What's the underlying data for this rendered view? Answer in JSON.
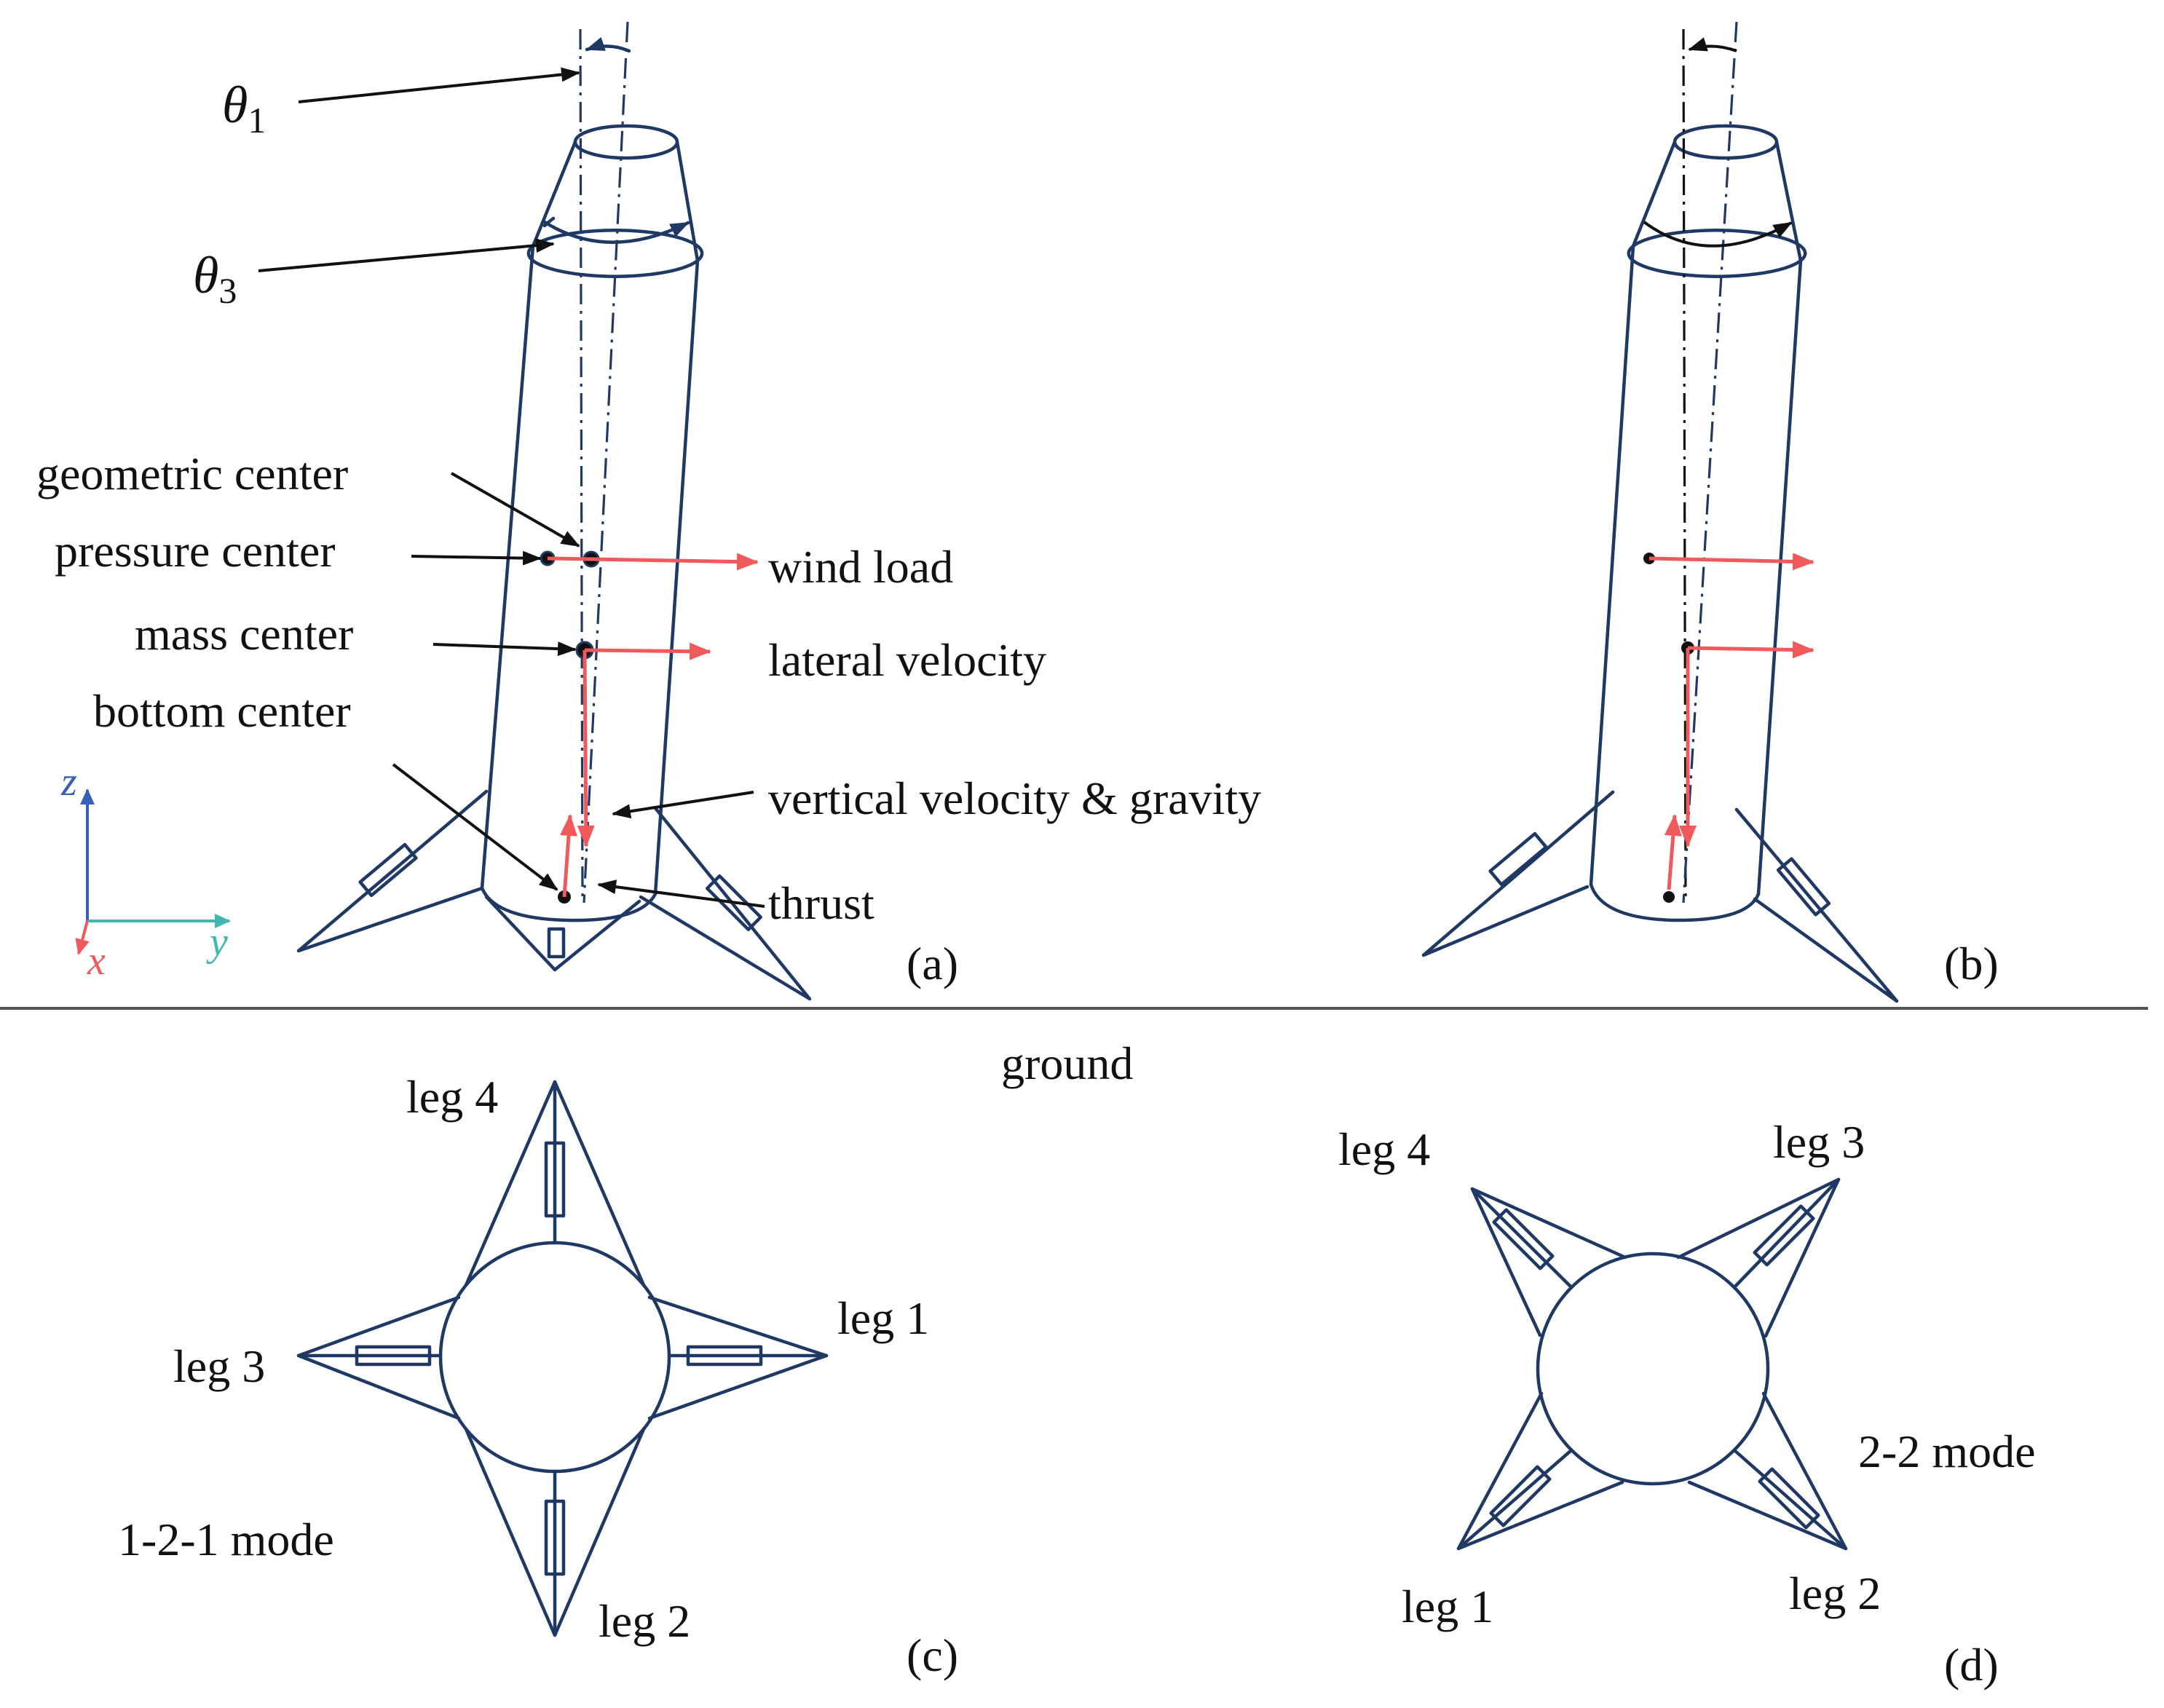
{
  "labels": {
    "theta1_symbol": "θ",
    "theta1_sub": "1",
    "theta3_symbol": "θ",
    "theta3_sub": "3",
    "geometric_center": "geometric center",
    "pressure_center": "pressure center",
    "mass_center": "mass center",
    "bottom_center": "bottom center",
    "wind_load": "wind load",
    "lateral_velocity": "lateral velocity",
    "vertical_velocity_gravity": "vertical velocity & gravity",
    "thrust": "thrust",
    "ground": "ground",
    "axis_z": "z",
    "axis_y": "y",
    "axis_x": "x"
  },
  "panels": {
    "a": "(a)",
    "b": "(b)",
    "c": "(c)",
    "d": "(d)"
  },
  "panel_c": {
    "leg1": "leg 1",
    "leg2": "leg 2",
    "leg3": "leg 3",
    "leg4": "leg 4",
    "mode": "1-2-1 mode"
  },
  "panel_d": {
    "leg1": "leg 1",
    "leg2": "leg 2",
    "leg3": "leg 3",
    "leg4": "leg 4",
    "mode": "2-2 mode"
  },
  "colors": {
    "structure": "#1f3864",
    "force_arrow": "#f05a5a",
    "text": "#111111",
    "axis_z": "#3a5fb8",
    "axis_y": "#3fb8b0",
    "axis_x": "#f05a5a"
  }
}
